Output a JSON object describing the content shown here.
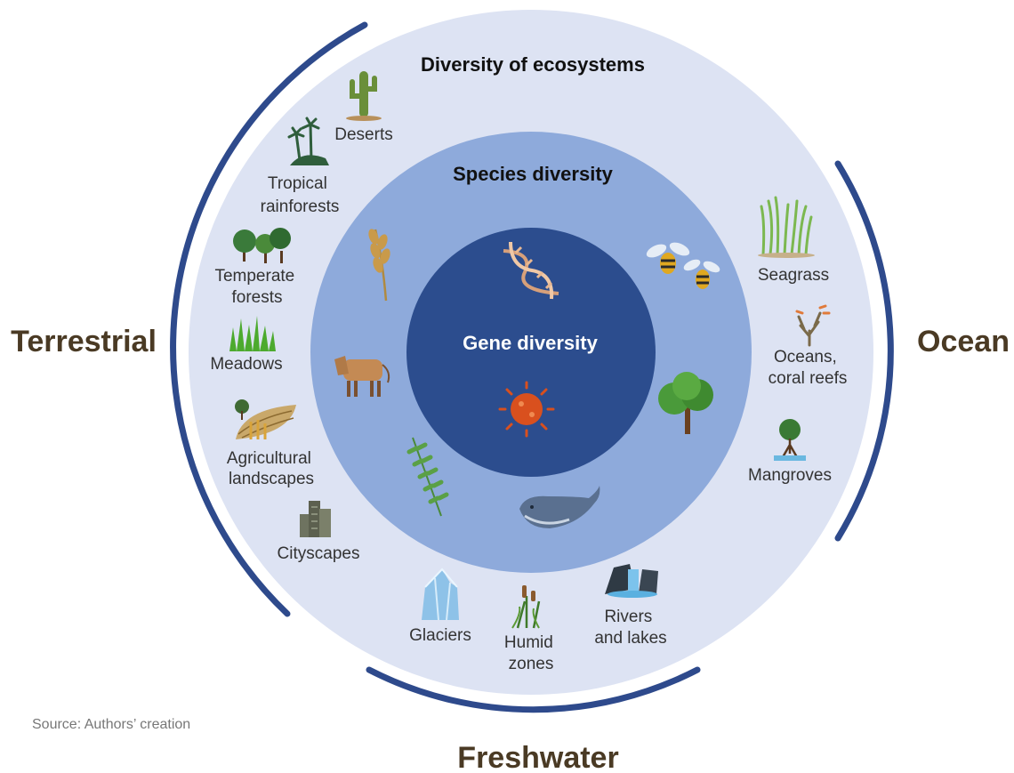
{
  "colors": {
    "outer_ring": "#dde3f3",
    "middle_ring": "#8eaadb",
    "inner_circle": "#2c4d8e",
    "arc": "#2e4a8c",
    "realm_text": "#4a3a24"
  },
  "rings": {
    "outer": "Diversity of ecosystems",
    "middle": "Species diversity",
    "inner": "Gene diversity"
  },
  "realms": {
    "terrestrial": "Terrestrial",
    "ocean": "Ocean",
    "freshwater": "Freshwater"
  },
  "ecosystems": {
    "deserts": [
      "Deserts"
    ],
    "tropical": [
      "Tropical",
      "rainforests"
    ],
    "temperate": [
      "Temperate",
      "forests"
    ],
    "meadows": [
      "Meadows"
    ],
    "agricultural": [
      "Agricultural",
      "landscapes"
    ],
    "cityscapes": [
      "Cityscapes"
    ],
    "glaciers": [
      "Glaciers"
    ],
    "humid": [
      "Humid",
      "zones"
    ],
    "rivers": [
      "Rivers",
      "and lakes"
    ],
    "seagrass": [
      "Seagrass"
    ],
    "oceans": [
      "Oceans,",
      "coral reefs"
    ],
    "mangroves": [
      "Mangroves"
    ]
  },
  "icons": {
    "deserts": "cactus-icon",
    "tropical": "palm-island-icon",
    "temperate": "deciduous-trees-icon",
    "meadows": "grass-icon",
    "agricultural": "farm-field-icon",
    "cityscapes": "buildings-icon",
    "glaciers": "glacier-icon",
    "humid": "reed-icon",
    "rivers": "waterfall-icon",
    "seagrass": "seagrass-icon",
    "oceans": "coral-icon",
    "mangroves": "mangrove-icon",
    "species": [
      "wheat-icon",
      "bees-icon",
      "cow-icon",
      "tree-icon",
      "fern-icon",
      "whale-icon"
    ],
    "genes": [
      "dna-icon",
      "virus-icon"
    ]
  },
  "source": "Source: Authors’ creation"
}
